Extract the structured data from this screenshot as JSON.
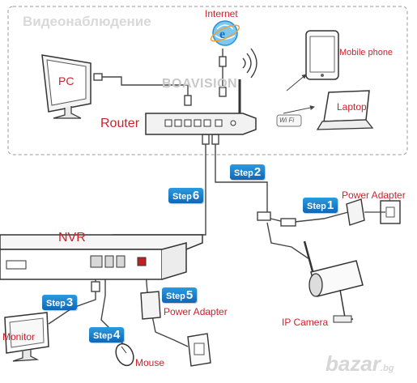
{
  "watermark_top": "Видеонаблюдение",
  "watermark_bottom": "bazar",
  "watermark_bottom_suffix": ".bg",
  "brand": "BOAVISION",
  "wifi_badge": "Wi Fi",
  "labels": {
    "internet": "Internet",
    "pc": "PC",
    "mobile_phone": "Mobile phone",
    "laptop": "Laptop",
    "router": "Router",
    "nvr": "NVR",
    "power_adapter_camera": "Power Adapter",
    "power_adapter_nvr": "Power Adapter",
    "ip_camera": "IP Camera",
    "monitor": "Monitor",
    "mouse": "Mouse"
  },
  "steps": [
    {
      "word": "Step",
      "num": "1"
    },
    {
      "word": "Step",
      "num": "2"
    },
    {
      "word": "Step",
      "num": "3"
    },
    {
      "word": "Step",
      "num": "4"
    },
    {
      "word": "Step",
      "num": "5"
    },
    {
      "word": "Step",
      "num": "6"
    }
  ],
  "colors": {
    "label_red": "#d0202a",
    "step_blue": "#1a7fd0",
    "line": "#444444",
    "dashed_border": "#9a9a9a"
  }
}
